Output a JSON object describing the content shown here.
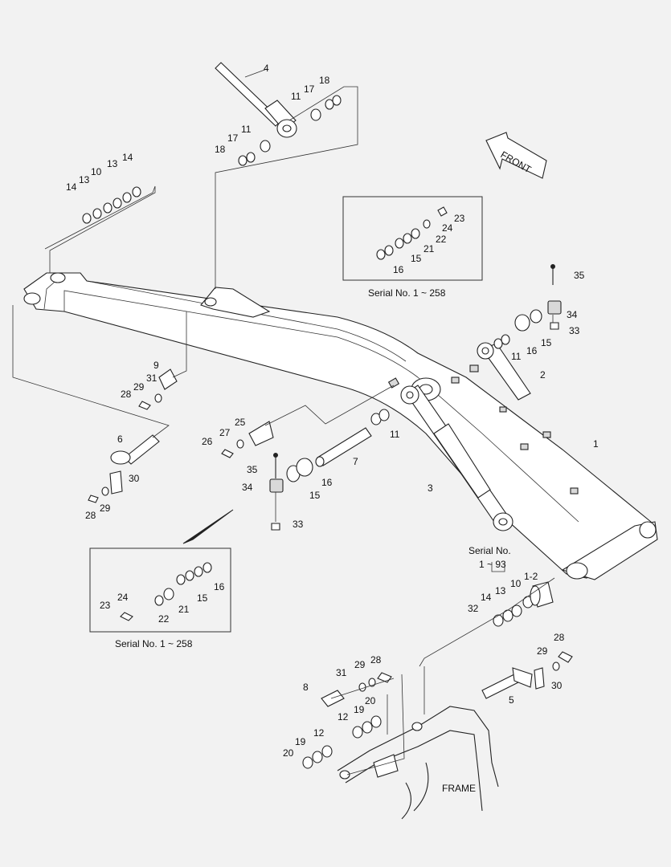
{
  "labels": {
    "front": "FRONT",
    "frame": "FRAME",
    "serial_top": "Serial No. 1 ~ 258",
    "serial_left": "Serial No. 1 ~ 258",
    "serial_right_line1": "Serial No.",
    "serial_right_line2": "1 ~ 93"
  },
  "callouts": {
    "c4": "4",
    "c18a": "18",
    "c17a": "17",
    "c11a": "11",
    "c11b": "11",
    "c17b": "17",
    "c18b": "18",
    "c14a": "14",
    "c13a": "13",
    "c10a": "10",
    "c13b": "13",
    "c14b": "14",
    "c23a": "23",
    "c24a": "24",
    "c22a": "22",
    "c21a": "21",
    "c15a": "15",
    "c16a": "16",
    "c35a": "35",
    "c34a": "34",
    "c33a": "33",
    "c15b": "15",
    "c16b": "16",
    "c11c": "11",
    "c2": "2",
    "c1": "1",
    "c3": "3",
    "c9": "9",
    "c31a": "31",
    "c29a": "29",
    "c28a": "28",
    "c25": "25",
    "c27": "27",
    "c26": "26",
    "c11d": "11",
    "c7": "7",
    "c6": "6",
    "c30a": "30",
    "c28b": "28",
    "c29b": "29",
    "c35b": "35",
    "c34b": "34",
    "c16c": "16",
    "c15c": "15",
    "c33b": "33",
    "c16d": "16",
    "c15d": "15",
    "c21b": "21",
    "c22b": "22",
    "c24b": "24",
    "c23b": "23",
    "c12a": "1-2",
    "c10b": "10",
    "c13c": "13",
    "c14c": "14",
    "c32": "32",
    "c28c": "28",
    "c29c": "29",
    "c30b": "30",
    "c5": "5",
    "c29d": "29",
    "c28d": "28",
    "c31b": "31",
    "c8": "8",
    "c20a": "20",
    "c19a": "19",
    "c12b": "12",
    "c12c": "12",
    "c19b": "19",
    "c20b": "20"
  }
}
